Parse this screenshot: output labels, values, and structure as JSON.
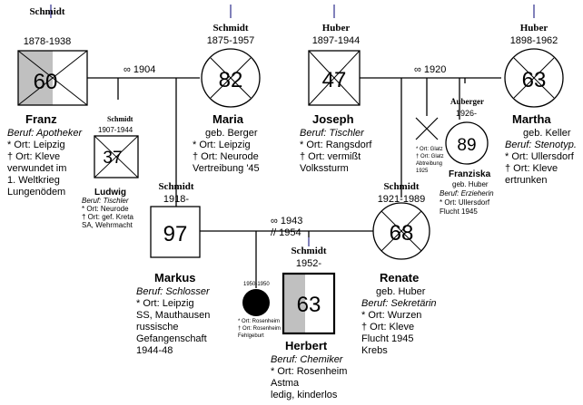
{
  "persons": {
    "franz": {
      "surname": "Schmidt",
      "years": "1878-1938",
      "age": "60",
      "name": "Franz",
      "details": [
        "Beruf: Apotheker",
        "* Ort:    Leipzig",
        "† Ort:      Kleve",
        "verwundet im",
        "1. Weltkrieg",
        "Lungenödem"
      ]
    },
    "maria": {
      "surname": "Schmidt",
      "years": "1875-1957",
      "age": "82",
      "name": "Maria",
      "details": [
        "geb. Berger",
        "* Ort:      Leipzig",
        "† Ort:     Neurode",
        "Vertreibung '45"
      ]
    },
    "joseph": {
      "surname": "Huber",
      "years": "1897-1944",
      "age": "47",
      "name": "Joseph",
      "details": [
        "Beruf: Tischler",
        "* Ort: Rangsdorf",
        "† Ort:    vermißt",
        "Volkssturm"
      ]
    },
    "martha": {
      "surname": "Huber",
      "years": "1898-1962",
      "age": "63",
      "name": "Martha",
      "details": [
        "geb. Keller",
        "Beruf: Stenotyp.",
        "* Ort:  Ullersdorf",
        "† Ort:      Kleve",
        "ertrunken"
      ]
    },
    "ludwig": {
      "surname": "Schmidt",
      "years": "1907-1944",
      "age": "37",
      "name": "Ludwig",
      "details": [
        "Beruf:      Tischler",
        "* Ort:        Neurode",
        "† Ort:   gef. Kreta",
        "SA, Wehrmacht"
      ]
    },
    "markus": {
      "surname": "Schmidt",
      "years": "1918-",
      "age": "97",
      "name": "Markus",
      "details": [
        "Beruf:   Schlosser",
        "* Ort:       Leipzig",
        "SS, Mauthausen",
        "russische",
        "Gefangenschaft",
        "1944-48"
      ]
    },
    "renate": {
      "surname": "Schmidt",
      "years": "1921-1989",
      "age": "68",
      "name": "Renate",
      "details": [
        "geb. Huber",
        "Beruf: Sekretärin",
        "* Ort:     Wurzen",
        "† Ort:        Kleve",
        "Flucht 1945",
        "Krebs"
      ]
    },
    "franziska": {
      "surname": "Auberger",
      "years": "1926-",
      "age": "89",
      "name": "Franziska",
      "details": [
        "geb. Huber",
        "Beruf: Erzieherin",
        "* Ort:  Ullersdorf",
        "Flucht 1945"
      ]
    },
    "herbert": {
      "surname": "Schmidt",
      "years": "1952-",
      "age": "63",
      "name": "Herbert",
      "details": [
        "Beruf:   Chemiker",
        "* Ort: Rosenheim",
        "Astma",
        "ledig, kinderlos"
      ]
    },
    "abortion": {
      "details": [
        "* Ort:    Glatz",
        "† Ort:  Glatz",
        "Abtreibung",
        "1925"
      ]
    },
    "stillbirth": {
      "years": "1950-1950",
      "details": [
        "* Ort:   Rosenheim",
        "† Ort: Rosenheim",
        "Fehlgeburt"
      ]
    }
  },
  "marriages": {
    "franz_maria": "∞ 1904",
    "joseph_martha": "∞ 1920",
    "markus_renate": "∞ 1943",
    "markus_renate_divorce": "// 1954"
  },
  "colors": {
    "line": "#000000",
    "ancestor_line": "#2d2d8c",
    "shade": "#c0c0c0"
  }
}
